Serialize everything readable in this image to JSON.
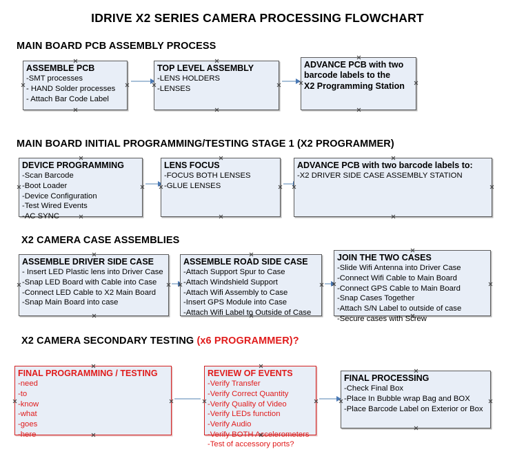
{
  "document": {
    "title": "IDRIVE X2  SERIES CAMERA PROCESSING FLOWCHART"
  },
  "sections": [
    {
      "id": "main-board-pcb-assembly-process",
      "title": "MAIN BOARD PCB ASSEMBLY PROCESS",
      "title_suffix": "",
      "nodes": [
        {
          "id": "assemble-pcb",
          "header": "ASSEMBLE PCB",
          "lines": [
            "-SMT processes",
            "- HAND Solder processes",
            "- Attach Bar Code Label"
          ]
        },
        {
          "id": "top-level-assembly",
          "header": "TOP LEVEL ASSEMBLY",
          "lines": [
            "-LENS HOLDERS",
            "-LENSES"
          ]
        },
        {
          "id": "advance-pcb-x2-programming-station",
          "header": "ADVANCE PCB with two",
          "lines": [
            "barcode labels to the",
            " X2 Programming Station"
          ],
          "header_is_body": true
        }
      ]
    },
    {
      "id": "main-board-initial-programming-testing-stage-1",
      "title": "MAIN BOARD INITIAL PROGRAMMING/TESTING STAGE 1 (X2 PROGRAMMER)",
      "title_suffix": "",
      "nodes": [
        {
          "id": "device-programming",
          "header": "DEVICE PROGRAMMING",
          "lines": [
            "-Scan Barcode",
            "-Boot Loader",
            "-Device Configuration",
            "-Test Wired Events",
            "-AC SYNC"
          ]
        },
        {
          "id": "lens-focus",
          "header": "LENS FOCUS",
          "lines": [
            "-FOCUS BOTH LENSES",
            "-GLUE LENSES"
          ]
        },
        {
          "id": "advance-pcb-driver-side-case-station",
          "header": "ADVANCE PCB with two barcode labels to:",
          "lines": [
            "-X2 DRIVER  SIDE  CASE  ASSEMBLY STATION"
          ]
        }
      ]
    },
    {
      "id": "x2-camera-case-assemblies",
      "title": "X2 CAMERA CASE ASSEMBLIES",
      "title_suffix": "",
      "nodes": [
        {
          "id": "assemble-driver-side-case",
          "header": "ASSEMBLE DRIVER SIDE CASE",
          "lines": [
            "- Insert LED Plastic lens into Driver Case",
            "-Snap LED Board with Cable into Case",
            "-Connect LED Cable to X2 Main Board",
            "-Snap Main Board into case"
          ]
        },
        {
          "id": "assemble-road-side-case",
          "header": "ASSEMBLE ROAD SIDE CASE",
          "lines": [
            "-Attach Support Spur to Case",
            "-Attach Windshield Support",
            "-Attach Wifi Assembly to Case",
            "-Insert GPS Module into Case",
            "-Attach Wifi Label to Outside of Case"
          ]
        },
        {
          "id": "join-the-two-cases",
          "header": "JOIN THE TWO CASES",
          "lines": [
            "-Slide Wifi Antenna into Driver Case",
            "-Connect Wifi Cable to Main Board",
            "-Connect GPS Cable to Main Board",
            "-Snap Cases Together",
            "-Attach S/N Label to outside of case",
            "-Secure cases with Screw"
          ]
        }
      ]
    },
    {
      "id": "x2-camera-secondary-testing",
      "title": "X2 CAMERA SECONDARY TESTING ",
      "title_suffix": "(x6 PROGRAMMER)?",
      "nodes": [
        {
          "id": "final-programming-testing",
          "header": "FINAL PROGRAMMING / TESTING",
          "lines": [
            "-need",
            "-to",
            "-know",
            "-what",
            "-goes",
            "-here"
          ],
          "color": "red"
        },
        {
          "id": "review-of-events",
          "header": "REVIEW OF EVENTS",
          "lines": [
            "-Verify Transfer",
            "-Verify Correct Quantity",
            "-Verify Quality of Video",
            "-Verify LEDs function",
            "-Verify Audio",
            "-Verify BOTH Accelerometers",
            "-Test of accessory ports?"
          ],
          "color": "red"
        },
        {
          "id": "final-processing",
          "header": "FINAL PROCESSING",
          "lines": [
            " -Check Final Box",
            "-Place In Bubble wrap Bag and BOX",
            "-Place Barcode Label on Exterior or Box"
          ]
        }
      ]
    }
  ],
  "colors": {
    "node_fill": "#e8eef7",
    "node_border": "#5b5b5b",
    "red_accent": "#e01b1b",
    "connector_line": "#a8c0d8",
    "connector_arrow": "#4a79b5"
  }
}
